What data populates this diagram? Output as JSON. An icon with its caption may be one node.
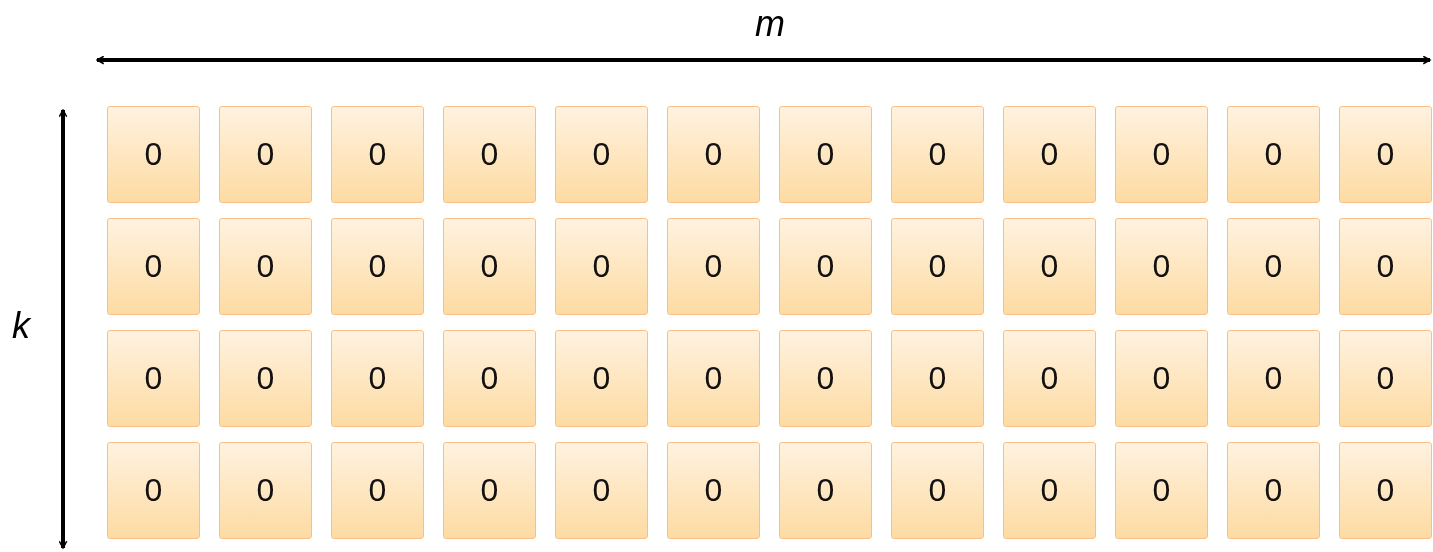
{
  "diagram": {
    "nodes": [
      {
        "text": [
          "0"
        ]
      },
      {
        "text": [
          "0"
        ]
      },
      {
        "text": [
          "0"
        ]
      },
      {
        "text": [
          "0"
        ]
      },
      {
        "text": [
          "0"
        ]
      },
      {
        "text": [
          "0"
        ]
      },
      {
        "text": [
          "0"
        ]
      },
      {
        "text": [
          "0"
        ]
      },
      {
        "text": [
          "0"
        ]
      },
      {
        "text": [
          "0"
        ]
      },
      {
        "text": [
          "0"
        ]
      },
      {
        "text": [
          "0"
        ]
      },
      {
        "text": [
          "0"
        ]
      },
      {
        "text": [
          "0"
        ]
      },
      {
        "text": [
          "0"
        ]
      },
      {
        "text": [
          "0"
        ]
      },
      {
        "text": [
          "0"
        ]
      },
      {
        "text": [
          "0"
        ]
      },
      {
        "text": [
          "0"
        ]
      },
      {
        "text": [
          "0"
        ]
      },
      {
        "text": [
          "0"
        ]
      },
      {
        "text": [
          "0"
        ]
      },
      {
        "text": [
          "0"
        ]
      },
      {
        "text": [
          "0"
        ]
      },
      {
        "text": [
          "0"
        ]
      },
      {
        "text": [
          "0"
        ]
      },
      {
        "text": [
          "0"
        ]
      },
      {
        "text": [
          "0"
        ]
      },
      {
        "text": [
          "0"
        ]
      },
      {
        "text": [
          "0"
        ]
      },
      {
        "text": [
          "0"
        ]
      },
      {
        "text": [
          "0"
        ]
      },
      {
        "text": [
          "0"
        ]
      },
      {
        "text": [
          "0"
        ]
      },
      {
        "text": [
          "0"
        ]
      },
      {
        "text": [
          "0"
        ]
      },
      {
        "text": [
          "0"
        ]
      },
      {
        "text": [
          "0"
        ]
      },
      {
        "text": [
          "0"
        ]
      },
      {
        "text": [
          "0"
        ]
      },
      {
        "text": [
          "0"
        ]
      },
      {
        "text": [
          "0"
        ]
      },
      {
        "text": [
          "0"
        ]
      },
      {
        "text": [
          "0"
        ]
      },
      {
        "text": [
          "0"
        ]
      },
      {
        "text": [
          "0"
        ]
      },
      {
        "text": [
          "0"
        ]
      },
      {
        "text": [
          "0"
        ]
      }
    ],
    "labels": [
      "m",
      "k"
    ]
  }
}
